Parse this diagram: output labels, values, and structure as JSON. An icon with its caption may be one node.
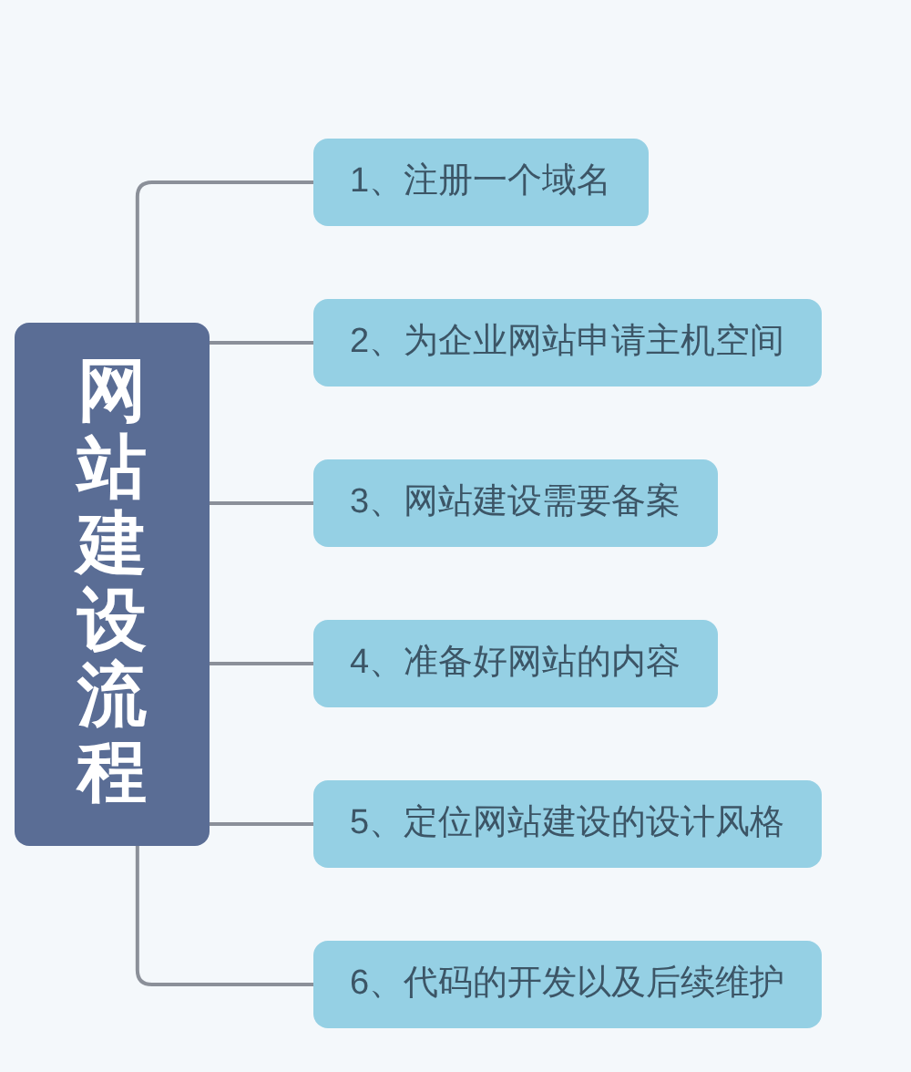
{
  "diagram": {
    "nodes": [
      {
        "text": [
          "网站建设流程"
        ]
      },
      {
        "text": [
          "1、注册一个域名"
        ]
      },
      {
        "text": [
          "2、为企业网站申请主机空间"
        ]
      },
      {
        "text": [
          "3、网站建设需要备案"
        ]
      },
      {
        "text": [
          "4、准备好网站的内容"
        ]
      },
      {
        "text": [
          "5、定位网站建设的设计风格"
        ]
      },
      {
        "text": [
          "6、代码的开发以及后续维护"
        ]
      }
    ],
    "edges": [
      {
        "from": 0,
        "to": 1,
        "arrow": "none"
      },
      {
        "from": 0,
        "to": 2,
        "arrow": "none"
      },
      {
        "from": 0,
        "to": 3,
        "arrow": "none"
      },
      {
        "from": 0,
        "to": 4,
        "arrow": "none"
      },
      {
        "from": 0,
        "to": 5,
        "arrow": "none"
      },
      {
        "from": 0,
        "to": 6,
        "arrow": "none"
      }
    ]
  }
}
